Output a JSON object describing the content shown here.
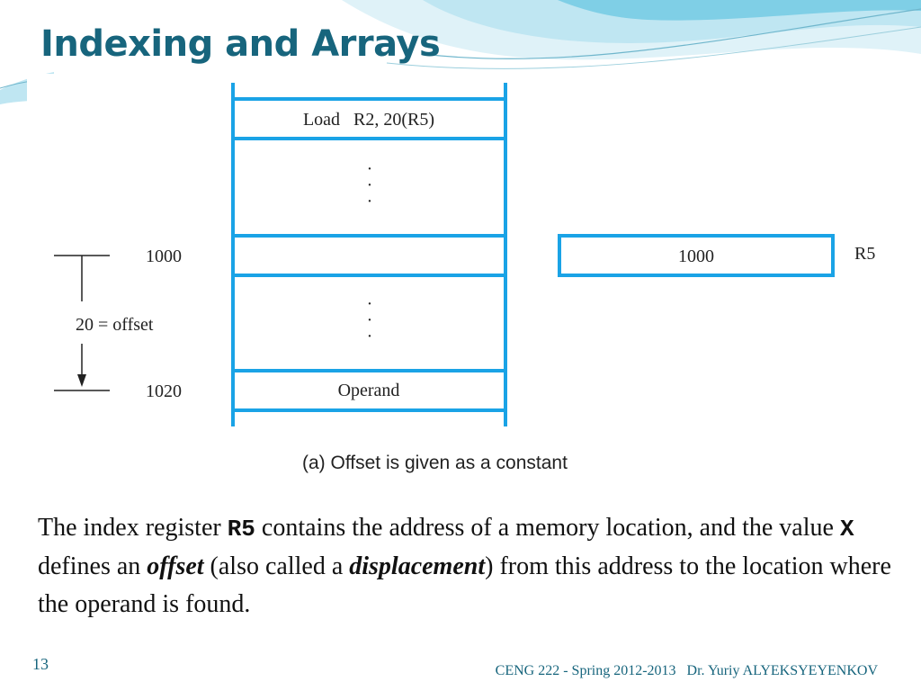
{
  "slide": {
    "title": "Indexing and Arrays",
    "page_number": "13",
    "footer": "CENG 222 - Spring 2012-2013   Dr. Yuriy ALYEKSYEYENKOV"
  },
  "diagram": {
    "memory_cells": [
      "Load   R2, 20(R5)",
      "",
      "",
      "",
      "Operand"
    ],
    "ellipsis": "·",
    "addresses": {
      "start": "1000",
      "end": "1020"
    },
    "offset_label": "20 = offset",
    "register": {
      "value": "1000",
      "name": "R5"
    },
    "caption": "(a) Offset is given as a constant"
  },
  "body": {
    "p1": "The index register ",
    "reg": "R5",
    "p2": " contains the address of a memory location, and the value ",
    "x": "X",
    "p3": " defines an ",
    "offset": "offset",
    "p4": " (also called a ",
    "displacement": "displacement",
    "p5": ") from this address to the location where the operand is found."
  },
  "colors": {
    "accent": "#17657d",
    "memory_line": "#1aa3e6",
    "wave_light": "#bfe6f2",
    "wave_mid": "#7fcfe6"
  }
}
